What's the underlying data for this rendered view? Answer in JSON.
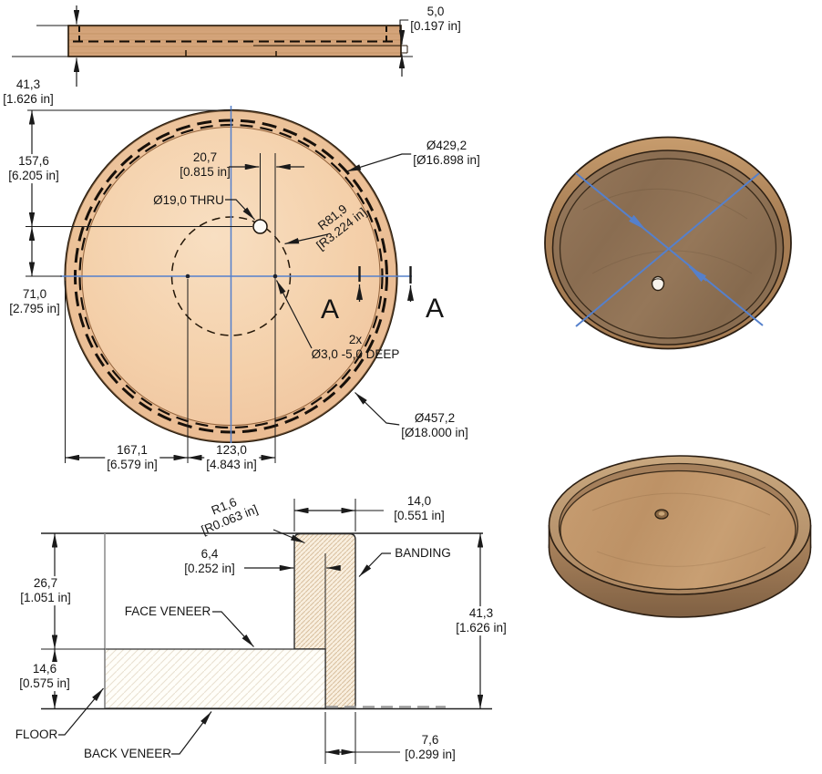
{
  "title": "Round tray engineering drawing",
  "side_view": {
    "thickness": {
      "mm": "41,3",
      "in": "[1.626 in]"
    },
    "lip": {
      "mm": "5,0",
      "in": "[0.197 in]"
    }
  },
  "top_view": {
    "dist_top_to_hole": {
      "mm": "157,6",
      "in": "[6.205 in]"
    },
    "dist_hole_to_center": {
      "mm": "71,0",
      "in": "[2.795 in]"
    },
    "hole_offset": {
      "mm": "20,7",
      "in": "[0.815 in]"
    },
    "center_hole": "Ø19,0 THRU",
    "bolt_radius": {
      "mm": "R81,9",
      "in": "[R3.224 in]"
    },
    "inner_diameter": {
      "mm": "Ø429,2",
      "in": "[Ø16.898 in]"
    },
    "outer_diameter": {
      "mm": "Ø457,2",
      "in": "[Ø18.000 in]"
    },
    "pin_holes": {
      "qty": "2x",
      "spec": "Ø3,0 -5,0 DEEP"
    },
    "span_left": {
      "mm": "167,1",
      "in": "[6.579 in]"
    },
    "span_right": {
      "mm": "123,0",
      "in": "[4.843 in]"
    },
    "section_letter": "A"
  },
  "detail_view": {
    "corner_radius": {
      "mm": "R1,6",
      "in": "[R0.063 in]"
    },
    "banding_width": {
      "mm": "14,0",
      "in": "[0.551 in]"
    },
    "groove_depth": {
      "mm": "6,4",
      "in": "[0.252 in]"
    },
    "banding_label": "BANDING",
    "rim_height": {
      "mm": "26,7",
      "in": "[1.051 in]"
    },
    "face_veneer_label": "FACE VENEER",
    "total_height": {
      "mm": "41,3",
      "in": "[1.626 in]"
    },
    "floor_thickness": {
      "mm": "14,6",
      "in": "[0.575 in]"
    },
    "floor_label": "FLOOR",
    "back_veneer_label": "BACK VENEER",
    "band_below_floor": {
      "mm": "7,6",
      "in": "[0.299 in]"
    }
  },
  "colors": {
    "construction_blue": "#5580cc",
    "line_black": "#1a1a1a",
    "wood_top_light": "#f6d9ba",
    "wood_top_edge": "#eec09a",
    "wood_side": "#d4a47a",
    "iso_face_dark": "#8d7156",
    "iso_rim": "#c0a078",
    "hatch_band": "#f9efdf",
    "hatch_floor": "#fffef9"
  }
}
